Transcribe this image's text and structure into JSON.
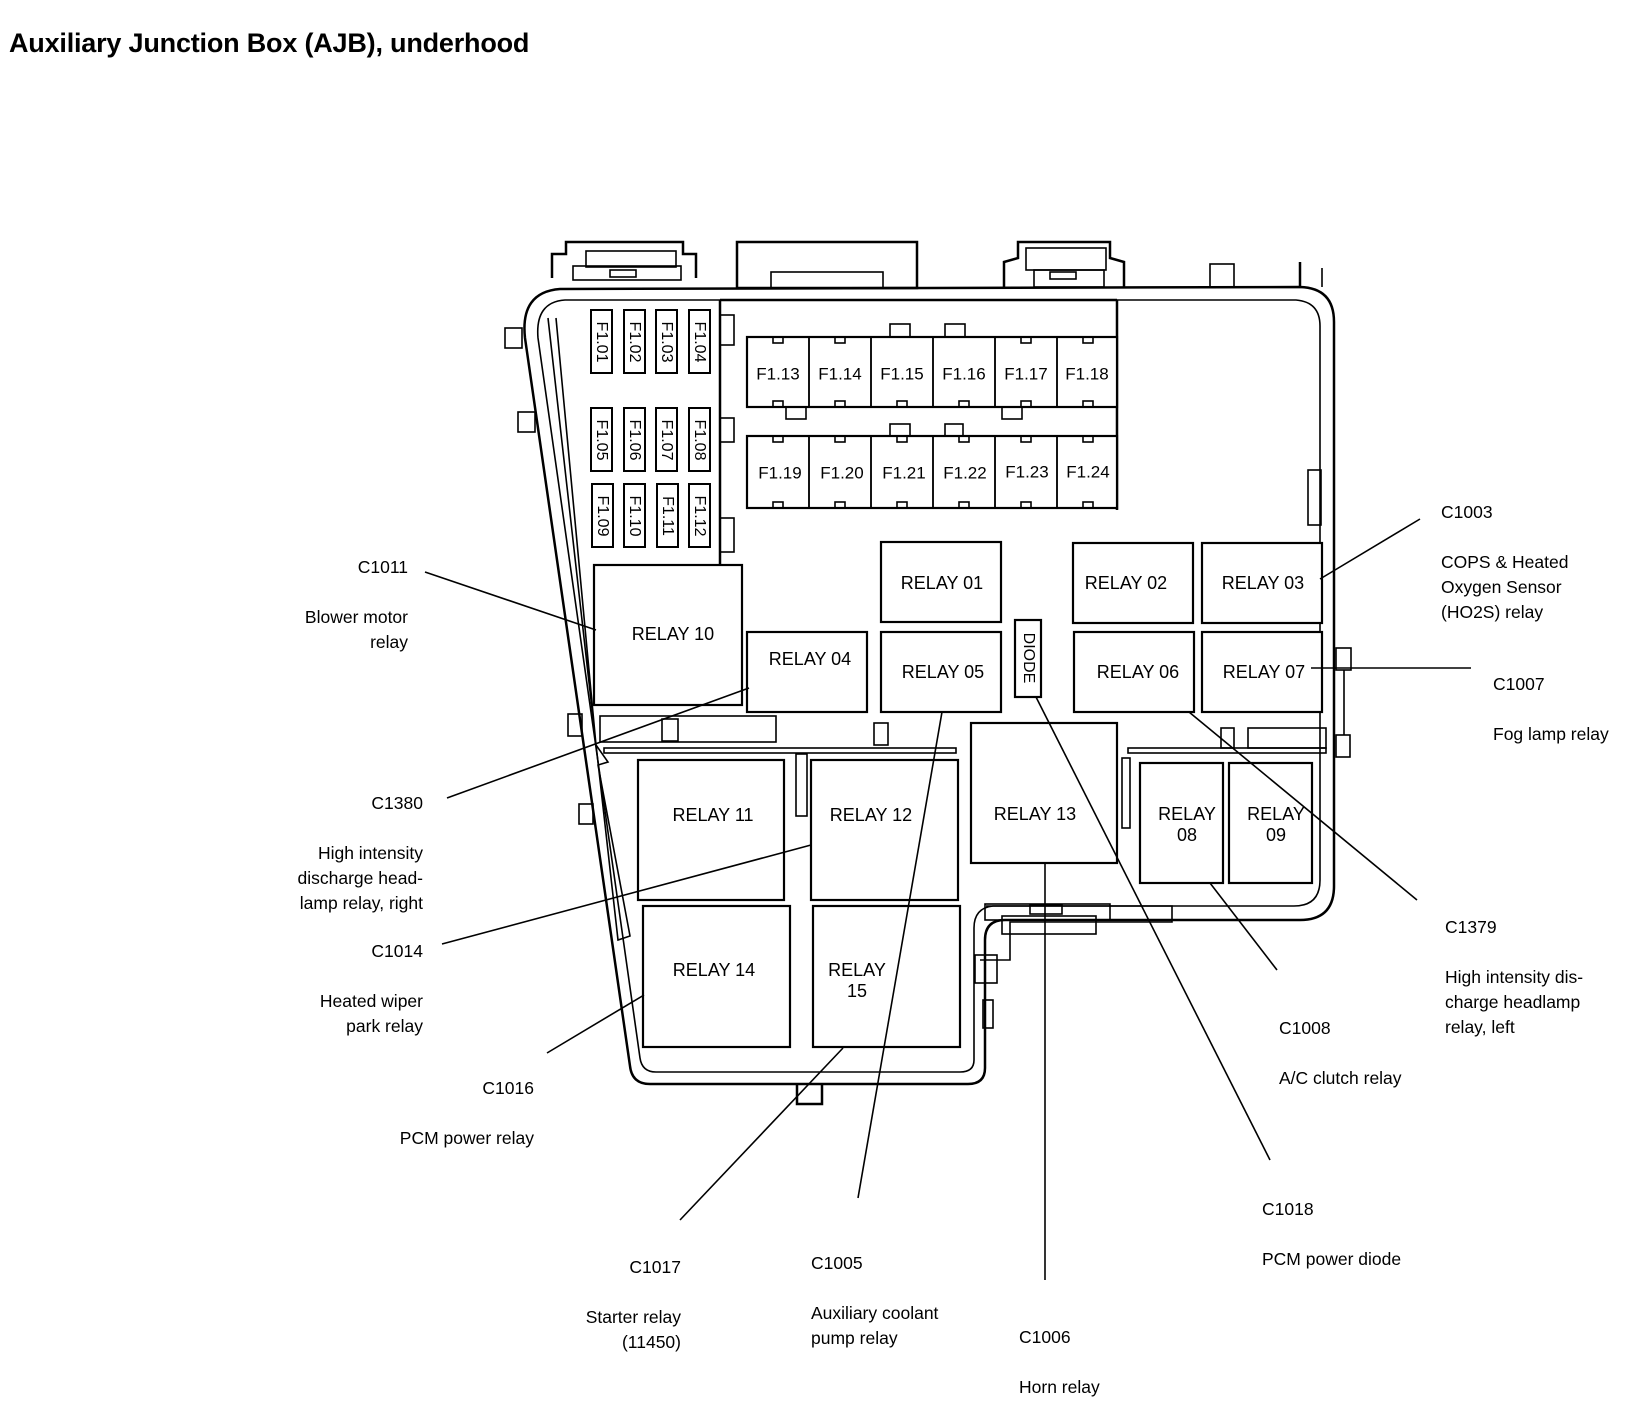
{
  "title": "Auxiliary Junction Box (AJB), underhood",
  "fuses": {
    "vertical": [
      "F1.01",
      "F1.02",
      "F1.03",
      "F1.04",
      "F1.05",
      "F1.06",
      "F1.07",
      "F1.08",
      "F1.09",
      "F1.10",
      "F1.11",
      "F1.12"
    ],
    "row1": [
      "F1.13",
      "F1.14",
      "F1.15",
      "F1.16",
      "F1.17",
      "F1.18"
    ],
    "row2": [
      "F1.19",
      "F1.20",
      "F1.21",
      "F1.22",
      "F1.23",
      "F1.24"
    ]
  },
  "relays": {
    "r01": "RELAY 01",
    "r02": "RELAY 02",
    "r03": "RELAY 03",
    "r04": "RELAY 04",
    "r05": "RELAY 05",
    "r06": "RELAY 06",
    "r07": "RELAY 07",
    "r08_l1": "RELAY",
    "r08_l2": "08",
    "r09_l1": "RELAY",
    "r09_l2": "09",
    "r10": "RELAY 10",
    "r11": "RELAY 11",
    "r12": "RELAY 12",
    "r13": "RELAY 13",
    "r14": "RELAY 14",
    "r15_l1": "RELAY",
    "r15_l2": "15"
  },
  "diode": "DIODE",
  "callouts": {
    "c1011": {
      "code": "C1011",
      "desc": "Blower motor\nrelay"
    },
    "c1380": {
      "code": "C1380",
      "desc": "High intensity\ndischarge head-\nlamp relay, right"
    },
    "c1014": {
      "code": "C1014",
      "desc": "Heated wiper\npark relay"
    },
    "c1016": {
      "code": "C1016",
      "desc": "PCM power relay"
    },
    "c1017": {
      "code": "C1017",
      "desc": "Starter relay\n(11450)"
    },
    "c1005": {
      "code": "C1005",
      "desc": "Auxiliary coolant\npump relay"
    },
    "c1006": {
      "code": "C1006",
      "desc": "Horn relay"
    },
    "c1018": {
      "code": "C1018",
      "desc": "PCM power diode"
    },
    "c1008": {
      "code": "C1008",
      "desc": "A/C clutch relay"
    },
    "c1379": {
      "code": "C1379",
      "desc": "High intensity dis-\ncharge headlamp\nrelay, left"
    },
    "c1007": {
      "code": "C1007",
      "desc": "Fog lamp relay"
    },
    "c1003": {
      "code": "C1003",
      "desc": "COPS & Heated\nOxygen Sensor\n(HO2S) relay"
    }
  }
}
